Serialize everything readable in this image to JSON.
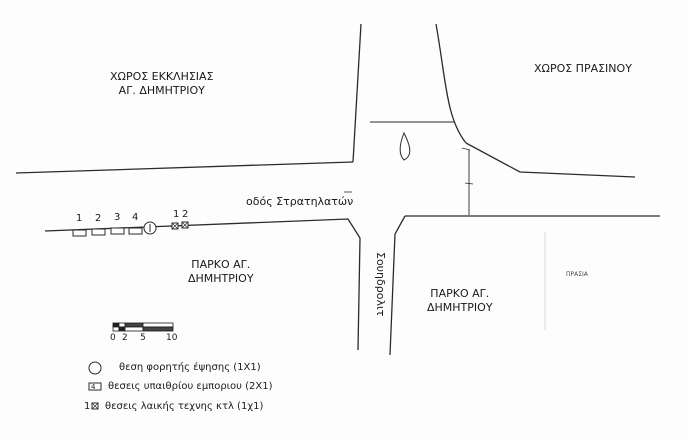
{
  "areas": {
    "church_line1": "ΧΩΡΟΣ ΕΚΚΛΗΣΙΑΣ",
    "church_line2": "ΑΓ. ΔΗΜΗΤΡΙΟΥ",
    "green": "ΧΩΡΟΣ ΠΡΑΣΙΝΟΥ",
    "park_left_line1": "ΠΑΡΚΟ ΑΓ.",
    "park_left_line2": "ΔΗΜΗΤΡΙΟΥ",
    "park_right_line1": "ΠΑΡΚΟ ΑΓ.",
    "park_right_line2": "ΔΗΜΗΤΡΙΟΥ",
    "small_note": "ΠΡΑΣΙΑ"
  },
  "streets": {
    "horizontal": "οδός Στρατηλατών",
    "vertical": "Σουηδρολιτ"
  },
  "stalls": {
    "commercial": [
      "1",
      "2",
      "3",
      "4"
    ],
    "art": [
      "1",
      "2"
    ]
  },
  "scale": {
    "ticks": [
      "0",
      "2",
      "5",
      "10"
    ]
  },
  "legend": {
    "items": [
      {
        "marker": "①",
        "label": "θεση φορητής έψησης (1Χ1)"
      },
      {
        "marker": "4",
        "label": "θεσεις υπαιθρίου εμποριου (2Χ1)"
      },
      {
        "marker": "1",
        "label": "θεσεις λαικής τεχνης κτλ (1χ1)"
      }
    ]
  }
}
